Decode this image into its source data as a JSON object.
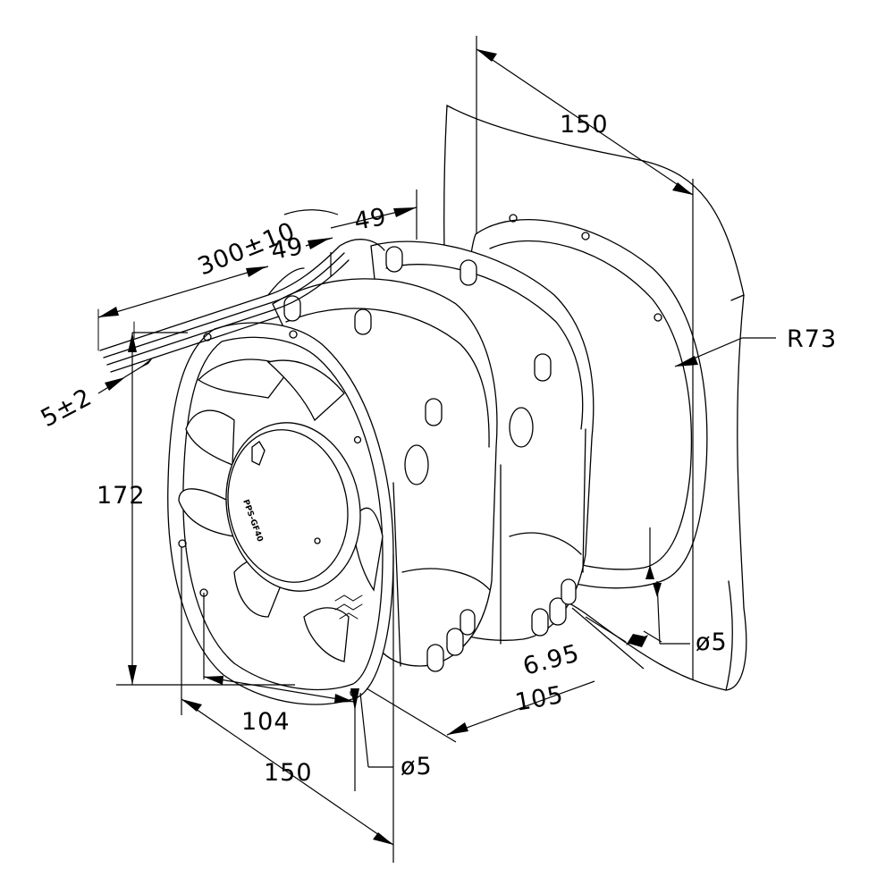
{
  "drawing": {
    "hub_marking": "PPS-GF40",
    "dimensions": {
      "panel_width": "150",
      "radius": "R73",
      "fan_depth_top": "49",
      "fan_depth_front": "49",
      "cable_length": "300±10",
      "strip_length": "5±2",
      "height": "172",
      "hole_spacing": "104",
      "front_width": "150",
      "front_hole_dia": "ø5",
      "total_depth": "105",
      "flange_thickness": "6.95",
      "rear_hole_dia": "ø5"
    }
  }
}
